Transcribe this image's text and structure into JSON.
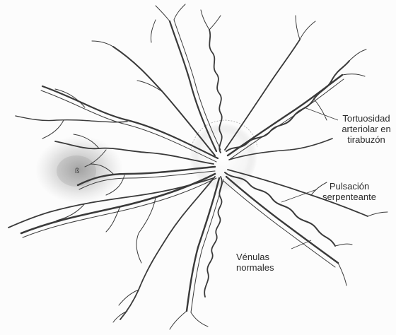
{
  "labels": {
    "tortuosidad": "Tortuosidad\narteriolar en\ntirabuzón",
    "pulsacion": "Pulsación\nserpenteante",
    "venulas": "Vénulas\nnormales",
    "macula_mark": "ß"
  },
  "colors": {
    "background": "#fcfcfc",
    "vessel_line": "#3a3a3a",
    "shading": "#8a8a8a",
    "disc_halo": "#f0f0f0"
  }
}
